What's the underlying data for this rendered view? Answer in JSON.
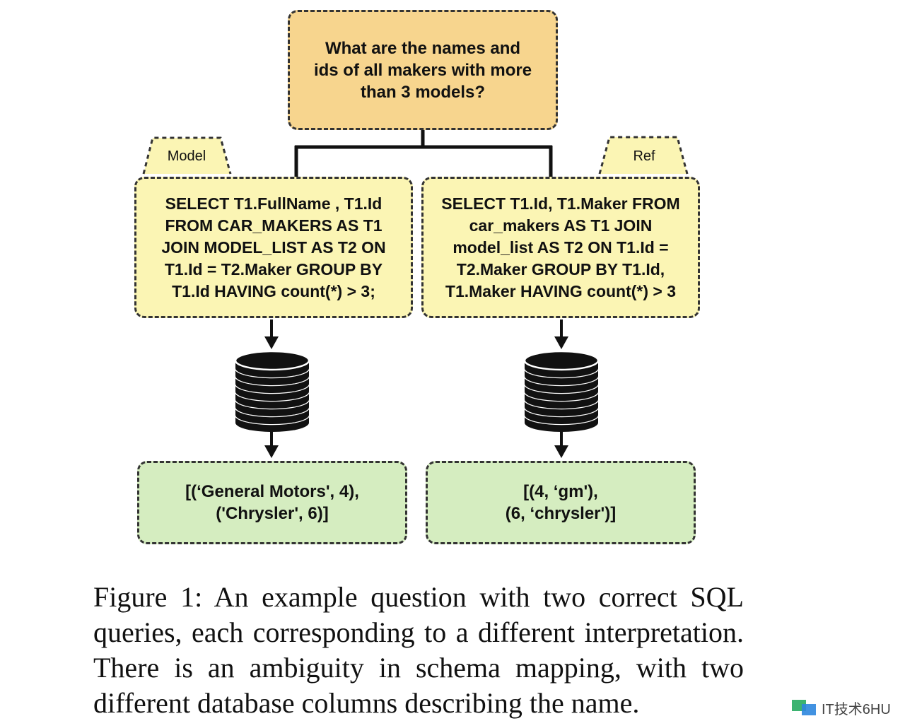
{
  "question": {
    "text": "What are the names and\nids of all makers with more\nthan 3 models?"
  },
  "model": {
    "tab_label": "Model",
    "sql": "SELECT T1.FullName ,  T1.Id\nFROM CAR_MAKERS AS T1\nJOIN MODEL_LIST AS T2 ON\nT1.Id  =  T2.Maker GROUP BY\nT1.Id HAVING count(*)  >  3;",
    "result": "[(‘General Motors', 4),\n('Chrysler', 6)]"
  },
  "ref": {
    "tab_label": "Ref",
    "sql": "SELECT T1.Id, T1.Maker FROM\ncar_makers AS T1 JOIN\nmodel_list AS T2 ON T1.Id =\nT2.Maker GROUP BY T1.Id,\nT1.Maker HAVING count(*) > 3",
    "result": "[(4, ‘gm'),\n(6, ‘chrysler')]"
  },
  "caption": "Figure 1:  An example question with two correct SQL queries, each corresponding to a different interpretation. There is an ambiguity in schema mapping, with two different database columns describing the name.",
  "watermark": "IT技术6HU",
  "colors": {
    "question_fill": "#f7d58e",
    "sql_fill": "#fbf5b4",
    "result_fill": "#d5edc0"
  },
  "icons": [
    "database-icon",
    "arrow-down-icon"
  ]
}
